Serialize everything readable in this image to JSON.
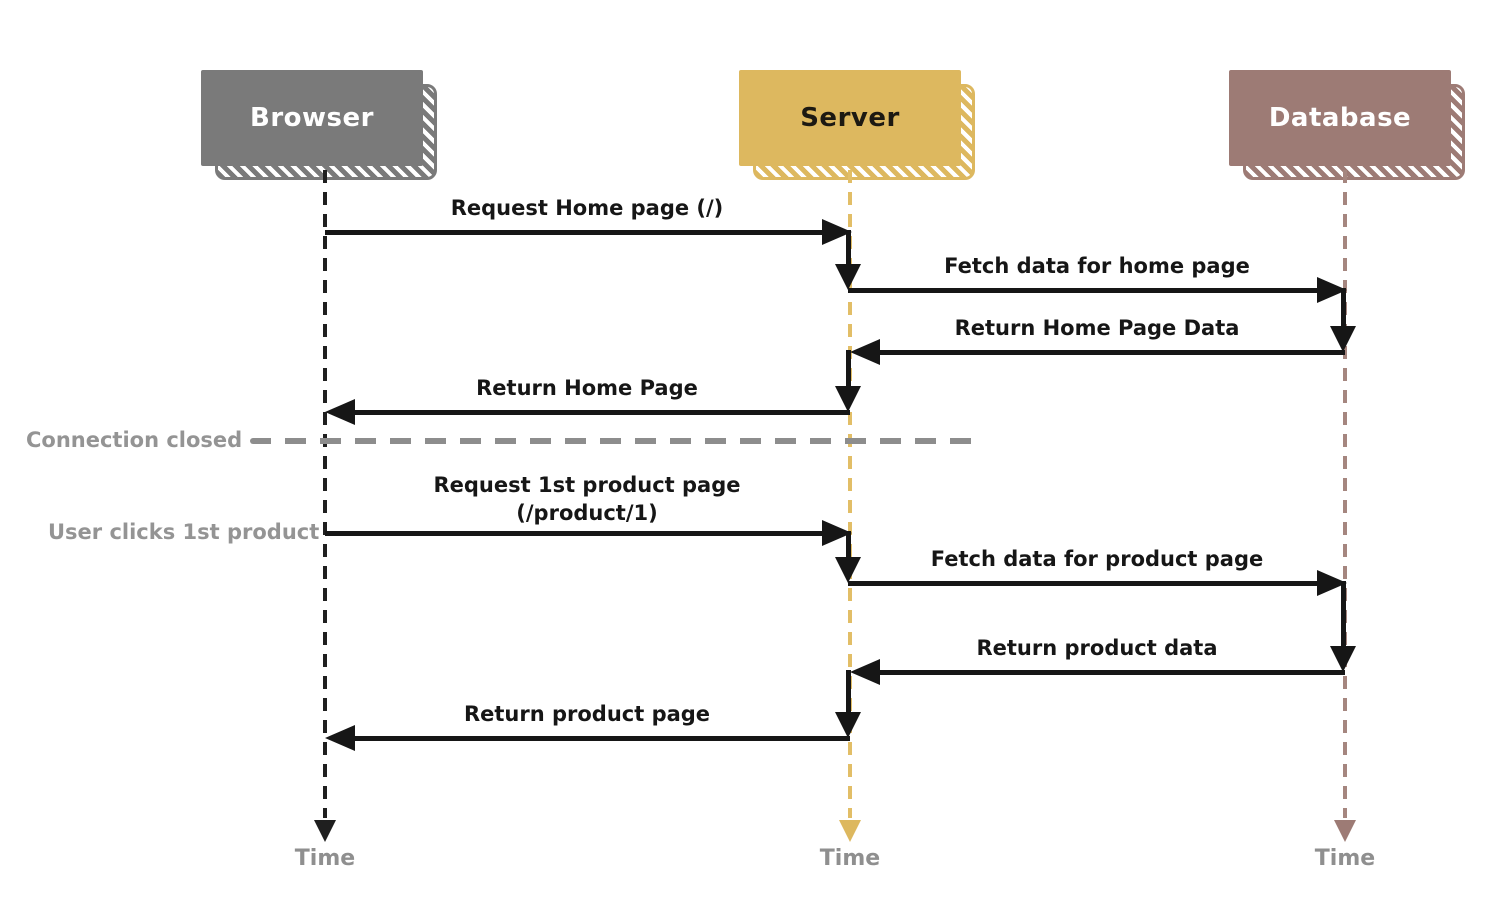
{
  "actors": [
    {
      "id": "browser",
      "label": "Browser",
      "box_color": "#7a7a7a",
      "label_color": "#ffffff",
      "lifeline_color": "#1f1f1f",
      "end_arrow_color": "#1f1f1f",
      "time_label": "Time"
    },
    {
      "id": "server",
      "label": "Server",
      "box_color": "#ddb85f",
      "label_color": "#1c1912",
      "lifeline_color": "#e2be67",
      "end_arrow_color": "#ddb85f",
      "time_label": "Time"
    },
    {
      "id": "database",
      "label": "Database",
      "box_color": "#9d7b75",
      "label_color": "#ffffff",
      "lifeline_color": "#a5867f",
      "end_arrow_color": "#9d7b75",
      "time_label": "Time"
    }
  ],
  "messages": [
    {
      "from": "browser",
      "to": "server",
      "label": "Request Home page (/)"
    },
    {
      "from": "server",
      "to": "database",
      "label": "Fetch data for home page"
    },
    {
      "from": "database",
      "to": "server",
      "label": "Return Home Page Data"
    },
    {
      "from": "server",
      "to": "browser",
      "label": "Return Home Page"
    },
    {
      "from": "browser",
      "to": "server",
      "label": "Request 1st product page",
      "label2": "(/product/1)"
    },
    {
      "from": "server",
      "to": "database",
      "label": "Fetch data for product page"
    },
    {
      "from": "database",
      "to": "server",
      "label": "Return product data"
    },
    {
      "from": "server",
      "to": "browser",
      "label": "Return product page"
    }
  ],
  "annotations": {
    "connection_closed": "Connection closed",
    "user_clicks": "User clicks 1st product"
  },
  "colors": {
    "background": "#ffffff",
    "message_line": "#161616",
    "annotation_text": "#949494",
    "annotation_dash": "#8d8d8d",
    "time_label": "#8f8f8f"
  }
}
